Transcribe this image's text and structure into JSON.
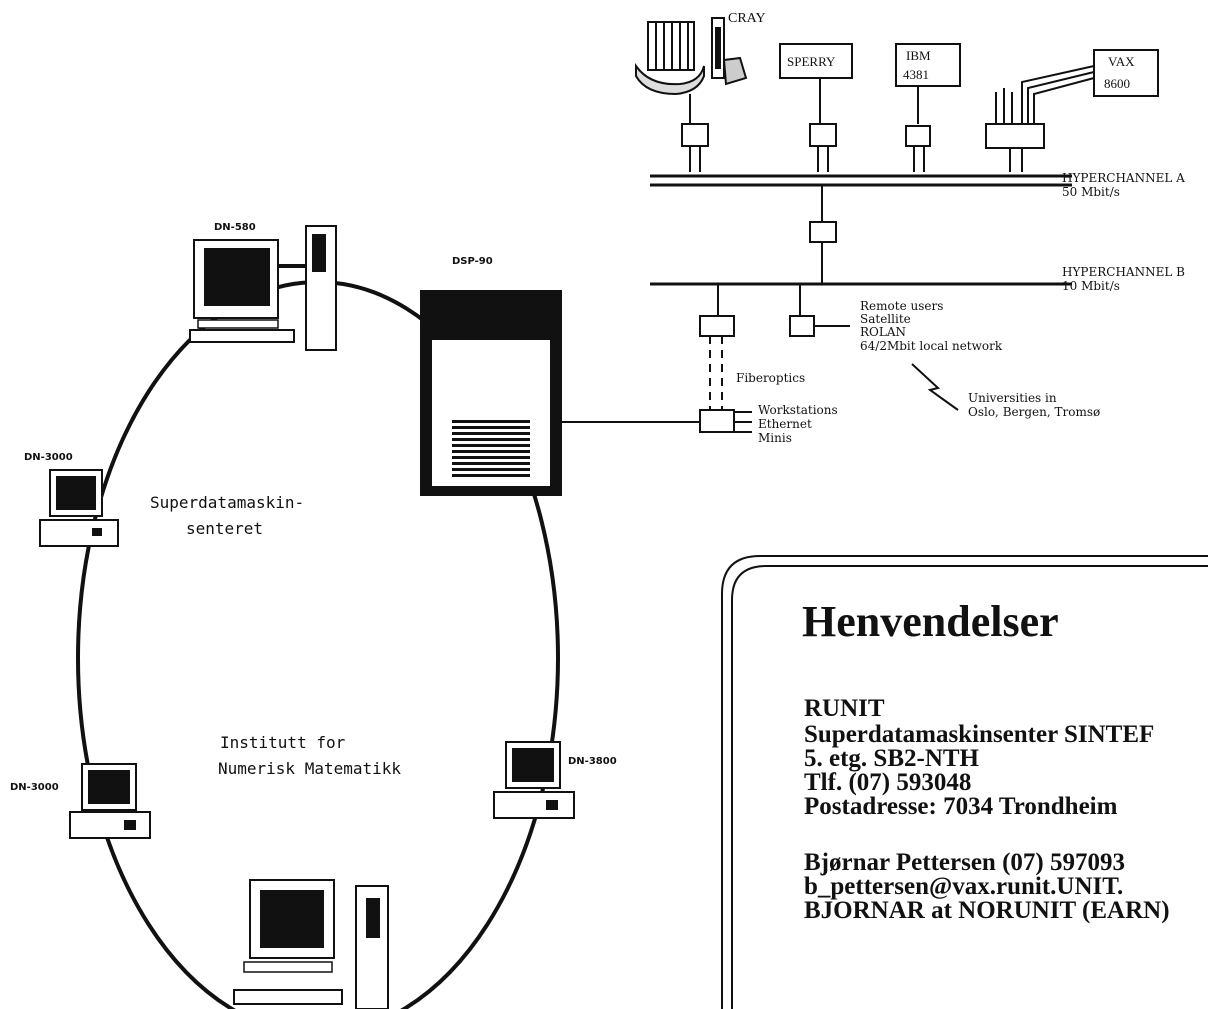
{
  "mainframes": {
    "cray": "CRAY",
    "sperry": "SPERRY",
    "ibm_line1": "IBM",
    "ibm_line2": "4381",
    "vax_line1": "VAX",
    "vax_line2": "8600"
  },
  "networks": {
    "hyperchannel_a": {
      "name": "HYPERCHANNEL A",
      "speed": "50 Mbit/s"
    },
    "hyperchannel_b": {
      "name": "HYPERCHANNEL B",
      "speed": "10 Mbit/s"
    }
  },
  "remote": {
    "lines": [
      "Remote users",
      "Satellite",
      "ROLAN",
      "64/2Mbit local network"
    ]
  },
  "fiberoptics": "Fiberoptics",
  "local": {
    "lines": [
      "Workstations",
      "Ethernet",
      "Minis"
    ]
  },
  "universities": {
    "lines": [
      "Universities in",
      "Oslo, Bergen, Tromsø"
    ]
  },
  "ring": {
    "dn580": "DN-580",
    "dsp90": "DSP-90",
    "dn3000_upper": "DN-3000",
    "dn3000_lower": "DN-3000",
    "dn3800": "DN-3800",
    "center_line1": "Superdatamaskin-",
    "center_line2": "senteret",
    "inst_line1": "Institutt for",
    "inst_line2": "Numerisk Matematikk"
  },
  "henvendelser": {
    "title": "Henvendelser",
    "org_lines": [
      "RUNIT",
      "Superdatamaskinsenter SINTEF",
      "5. etg. SB2-NTH",
      "Tlf. (07) 593048",
      "Postadresse: 7034 Trondheim"
    ],
    "contact_lines": [
      "Bjørnar Pettersen (07) 597093",
      "b_pettersen@vax.runit.UNIT.",
      "BJORNAR at NORUNIT (EARN)"
    ]
  }
}
